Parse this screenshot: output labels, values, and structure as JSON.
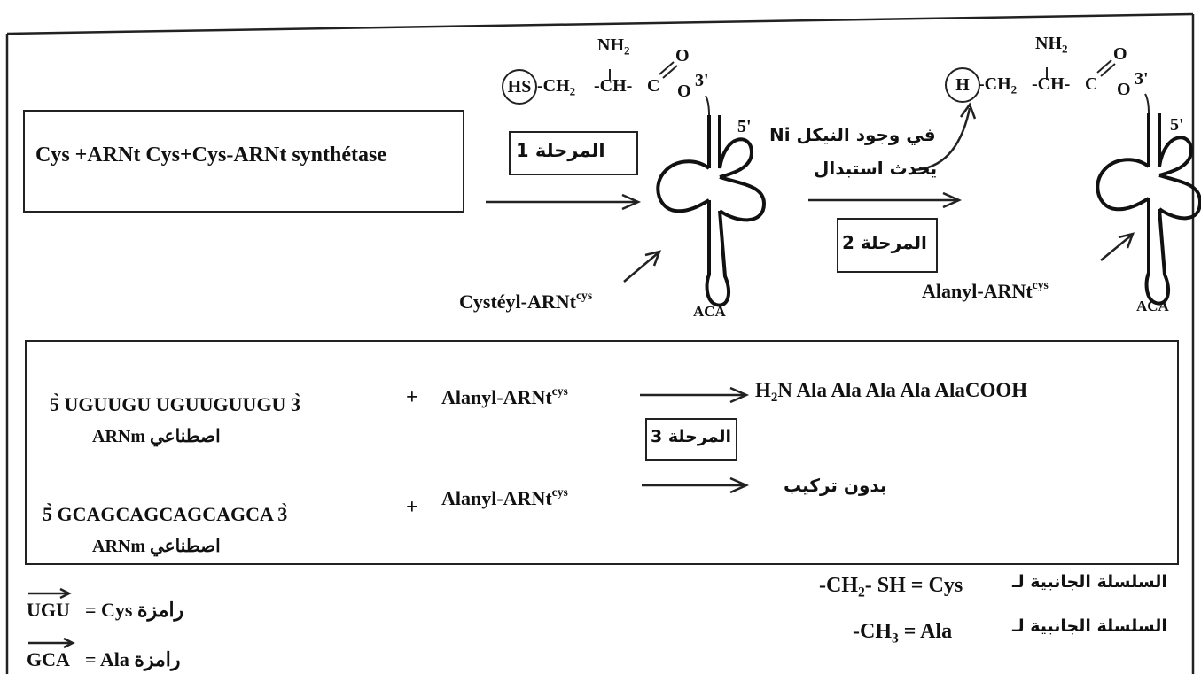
{
  "step1": {
    "reaction": "Cys +ARNt Cys+Cys-ARNt synthétase",
    "label": "المرحلة 1",
    "product": "Cystéyl-ARNt",
    "product_sup": "cys",
    "anticodon": "ACA",
    "five_prime": "5'"
  },
  "molecule1": {
    "group": "HS",
    "ch2": "-CH",
    "ch2_sub": "2",
    "ch": "-CH-",
    "c": "C",
    "nh2": "NH",
    "nh2_sub": "2",
    "o": "O",
    "o_link": "O",
    "three": "3'"
  },
  "step2": {
    "condition_line1": "في وجود النيكل Ni",
    "condition_line2": "يحدث استبدال",
    "label": "المرحلة 2",
    "product": "Alanyl-ARNt",
    "product_sup": "cys",
    "anticodon": "ACA",
    "five_prime": "5'"
  },
  "molecule2": {
    "group": "H",
    "ch2": "-CH",
    "ch2_sub": "2",
    "ch": "-CH-",
    "c": "C",
    "nh2": "NH",
    "nh2_sub": "2",
    "o": "O",
    "o_link": "O",
    "three": "3'"
  },
  "step3": {
    "mrna1": "5̀ UGUUGU UGUUGUUGU 3̀",
    "mrna1_label": "ARNm اصطناعي",
    "plus1": "+",
    "reagent1": "Alanyl-ARNt",
    "reagent1_sup": "cys",
    "product1_h2n": "H",
    "product1_h2n_sub": "2",
    "product1_rest": "N Ala Ala Ala Ala AlaCOOH",
    "label": "المرحلة 3",
    "mrna2": "5̀ GCAGCAGCAGCAGCA 3̀",
    "mrna2_label": "ARNm اصطناعي",
    "plus2": "+",
    "reagent2": "Alanyl-ARNt",
    "reagent2_sup": "cys",
    "product2": "بدون تركيب"
  },
  "legend": {
    "ugu_codon": "UGU",
    "ugu_def": "= Cys رامزة",
    "gca_codon": "GCA",
    "gca_def": "= Ala رامزة",
    "cys_formula_a": "-CH",
    "cys_formula_sub": "2",
    "cys_formula_b": "- SH = Cys",
    "cys_text": "السلسلة الجانبية لـ",
    "ala_formula_a": "-CH",
    "ala_formula_sub": "3",
    "ala_formula_b": " = Ala",
    "ala_text": "السلسلة الجانبية لـ"
  }
}
